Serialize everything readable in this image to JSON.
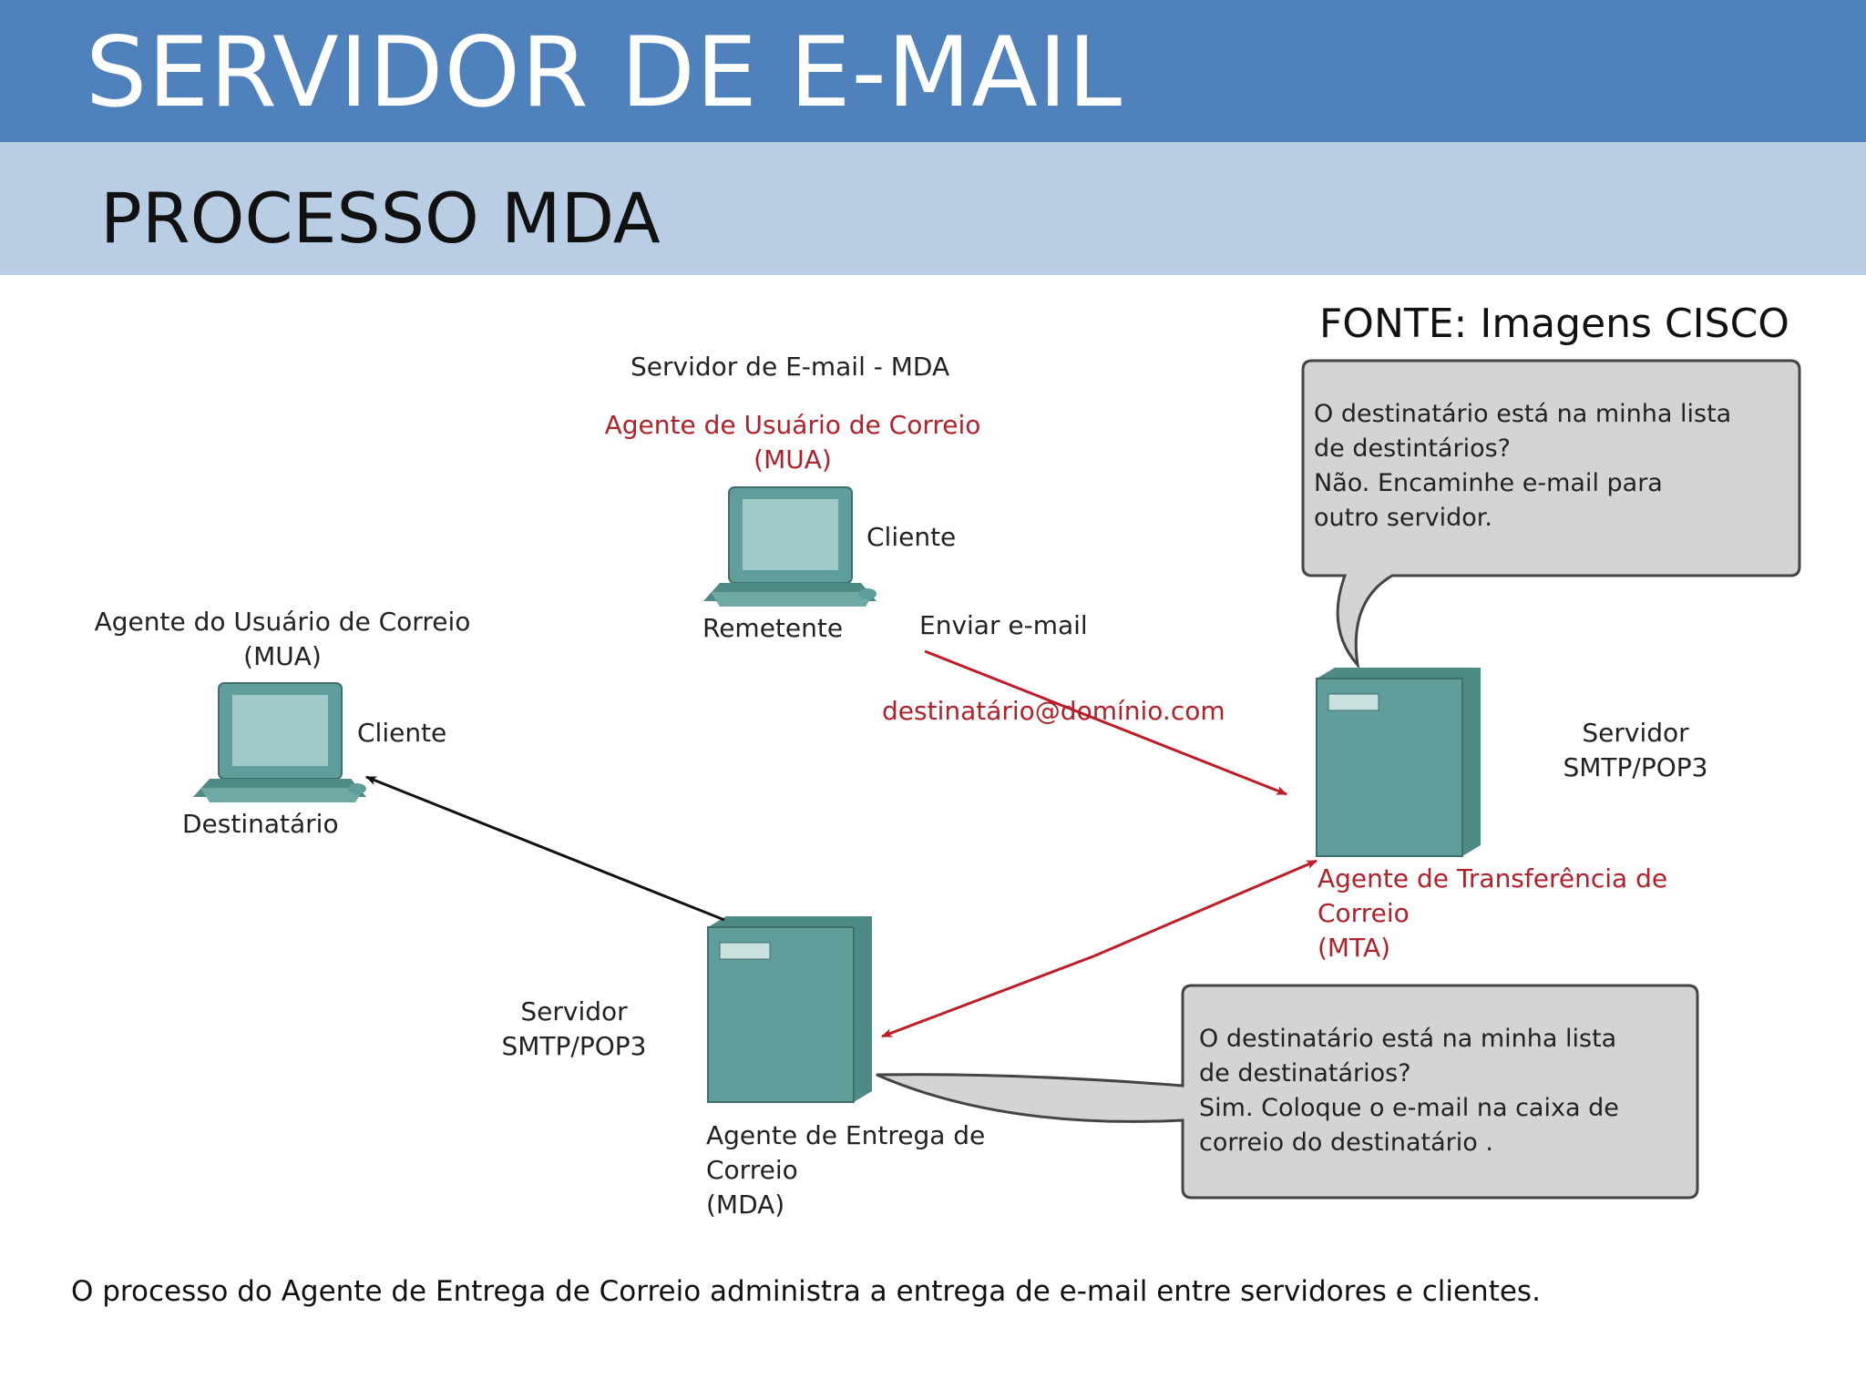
{
  "header": {
    "title": "SERVIDOR DE E-MAIL",
    "subtitle": "PROCESSO MDA"
  },
  "source": "FONTE: Imagens CISCO",
  "diagram": {
    "heading": "Servidor de E-mail - MDA",
    "sender": {
      "role_line1": "Agente de Usuário de Correio",
      "role_line2": "(MUA)",
      "client_label": "Cliente",
      "name": "Remetente"
    },
    "recipient": {
      "role_line1": "Agente do Usuário de Correio",
      "role_line2": "(MUA)",
      "client_label": "Cliente",
      "name": "Destinatário"
    },
    "send_label": "Enviar e-mail",
    "address": "destinatário@domínio.com",
    "mta_server": {
      "label_line1": "Servidor",
      "label_line2": "SMTP/POP3",
      "role_line1": "Agente de Transferência de",
      "role_line2": "Correio",
      "role_line3": "(MTA)"
    },
    "mda_server": {
      "label_line1": "Servidor",
      "label_line2": "SMTP/POP3",
      "role_line1": "Agente de Entrega de",
      "role_line2": "Correio",
      "role_line3": "(MDA)"
    },
    "bubble_top": {
      "line1": "O destinatário está na minha lista",
      "line2": "de destintários?",
      "line3": "Não. Encaminhe e-mail para",
      "line4": "outro servidor."
    },
    "bubble_bottom": {
      "line1": "O destinatário está na minha lista",
      "line2": "de destinatários?",
      "line3": "Sim. Coloque o e-mail na caixa de",
      "line4": "correio do destinatário ."
    },
    "caption": "O processo do Agente de Entrega de Correio administra a entrega de e-mail entre servidores e clientes."
  },
  "colors": {
    "title_bar": "#4f81bd",
    "subtitle_bar": "#b9cde5",
    "device": "#5f9e9a",
    "arrow_red": "#c01c28",
    "arrow_black": "#111111",
    "bubble_fill": "#d4d4d4"
  }
}
